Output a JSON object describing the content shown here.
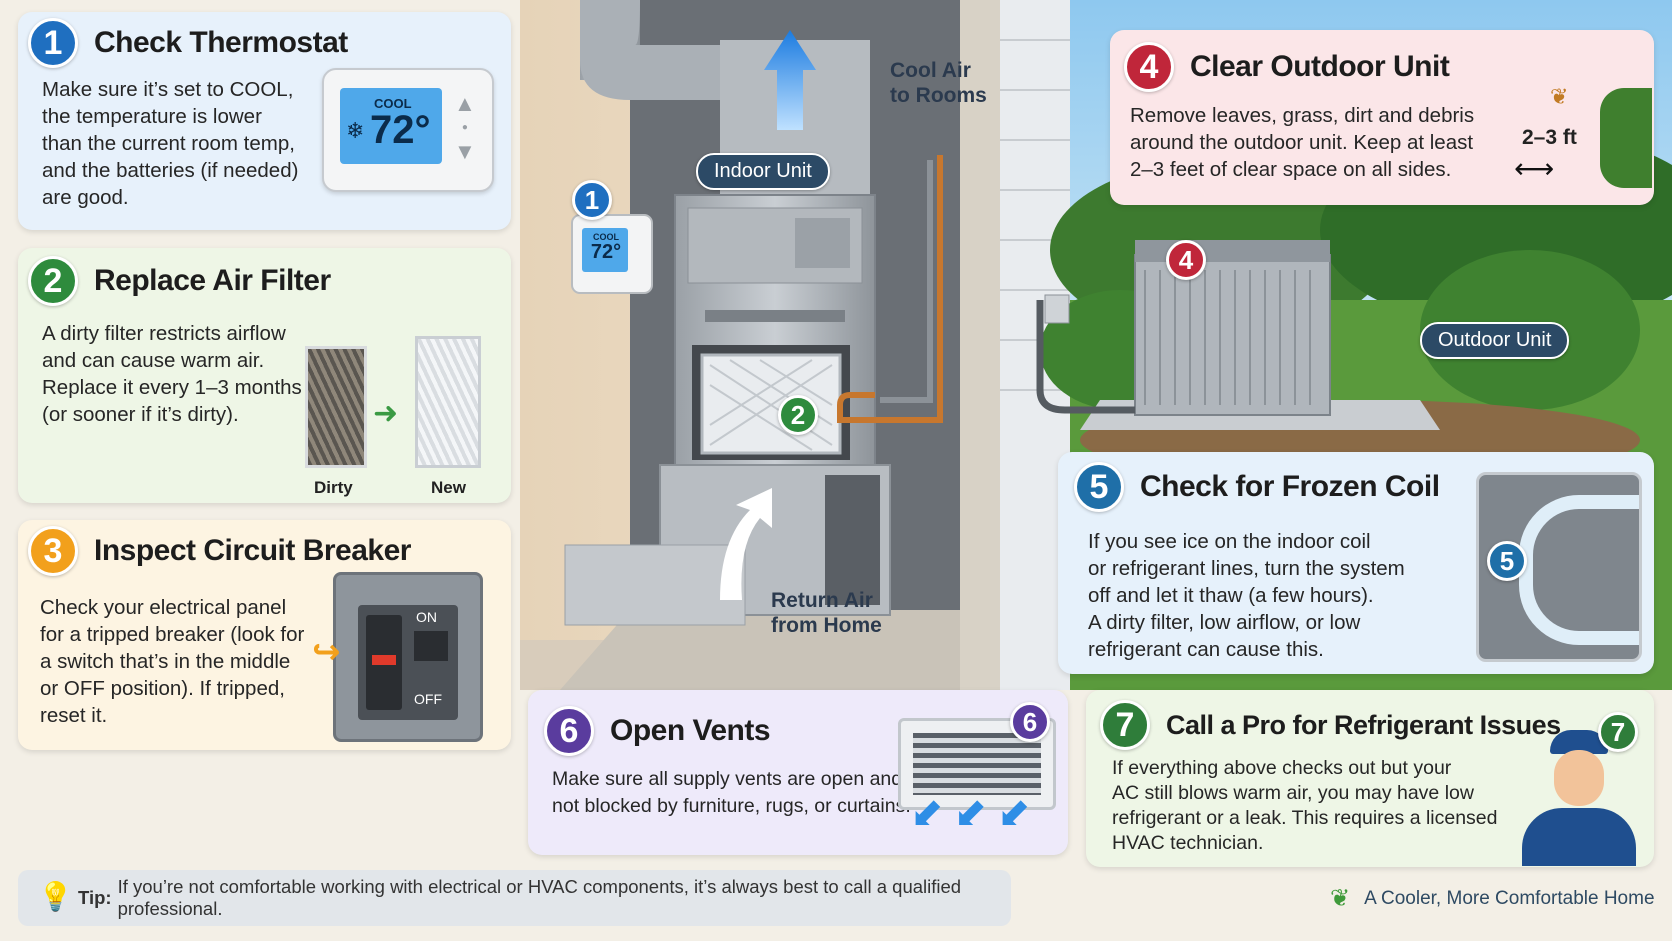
{
  "colors": {
    "blue": "#1f6fc0",
    "green": "#2e8b3d",
    "orange": "#f2a01c",
    "red": "#c0263a",
    "teal": "#1f6fa8",
    "purple": "#5a3c9e",
    "dark_green": "#2f7d3a"
  },
  "steps": [
    {
      "number": "1",
      "title": "Check Thermostat",
      "lines": [
        "Make sure it’s set to COOL,",
        "the temperature is lower",
        "than the current room temp,",
        "and the batteries (if needed)",
        "are good."
      ],
      "thermostat": {
        "mode": "COOL",
        "temp": "72°",
        "icon": "snowflake-icon"
      }
    },
    {
      "number": "2",
      "title": "Replace Air Filter",
      "lines": [
        "A dirty filter restricts airflow",
        "and can cause warm air.",
        "Replace it every 1–3 months",
        "(or sooner if it’s dirty)."
      ],
      "filter_labels": {
        "dirty": "Dirty",
        "new": "New"
      }
    },
    {
      "number": "3",
      "title": "Inspect Circuit Breaker",
      "lines": [
        "Check your electrical panel",
        "for a tripped breaker (look for",
        "a switch that’s in the middle",
        "or OFF position). If tripped,",
        "reset it."
      ],
      "breaker_labels": {
        "on": "ON",
        "off": "OFF"
      }
    },
    {
      "number": "4",
      "title": "Clear Outdoor Unit",
      "lines": [
        "Remove leaves, grass, dirt and debris",
        "around the outdoor unit. Keep at least",
        "2–3 feet of clear space on all sides."
      ],
      "clearance": "2–3 ft"
    },
    {
      "number": "5",
      "title": "Check for Frozen Coil",
      "lines": [
        "If you see ice on the indoor coil",
        "or refrigerant lines, turn the system",
        "off and let it thaw (a few hours).",
        "A dirty filter, low airflow, or low",
        "refrigerant can cause this."
      ]
    },
    {
      "number": "6",
      "title": "Open Vents",
      "lines": [
        "Make sure all supply vents are open and",
        "not blocked by furniture, rugs, or curtains."
      ]
    },
    {
      "number": "7",
      "title": "Call a Pro for Refrigerant Issues",
      "lines": [
        "If everything above checks out but your",
        "AC still blows warm air, you may have low",
        "refrigerant or a leak. This requires a licensed",
        "HVAC technician."
      ]
    }
  ],
  "scene": {
    "cool_air": [
      "Cool Air",
      "to Rooms"
    ],
    "indoor_unit": "Indoor Unit",
    "outdoor_unit": "Outdoor Unit",
    "return_air": [
      "Return Air",
      "from Home"
    ],
    "thermostat_mode": "COOL",
    "thermostat_temp": "72°"
  },
  "tip": {
    "label": "Tip:",
    "text": "If you’re not comfortable working with electrical or HVAC components, it’s always best to call a qualified professional."
  },
  "footer": "A Cooler, More Comfortable Home"
}
